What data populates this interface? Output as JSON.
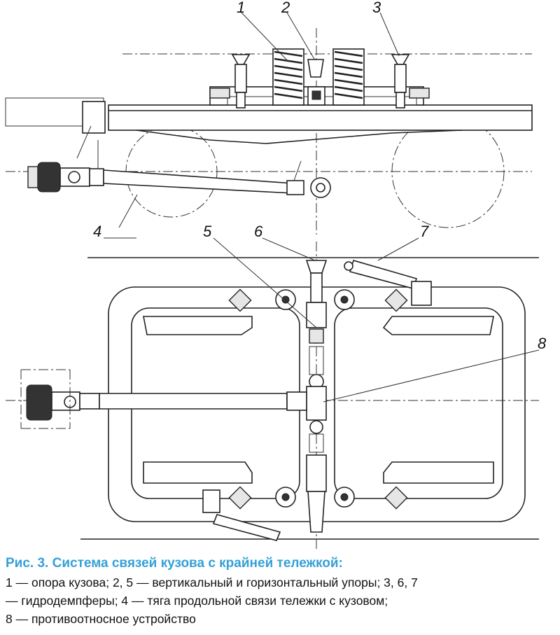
{
  "figure": {
    "labels": [
      {
        "text": "1"
      },
      {
        "text": "2"
      },
      {
        "text": "3"
      },
      {
        "text": "4"
      },
      {
        "text": "5"
      },
      {
        "text": "6"
      },
      {
        "text": "7"
      },
      {
        "text": "8"
      }
    ]
  },
  "caption": {
    "title": "Рис. 3. Система связей кузова с крайней тележкой:",
    "lines": [
      "1 — опора кузова; 2, 5 — вертикальный и горизонтальный упоры; 3, 6, 7",
      "— гидродемпферы; 4 — тяга продольной связи тележки с кузовом;",
      "8 — противоотносное устройство"
    ]
  },
  "colors": {
    "caption_title": "#35a0d6",
    "ink": "#222222"
  }
}
